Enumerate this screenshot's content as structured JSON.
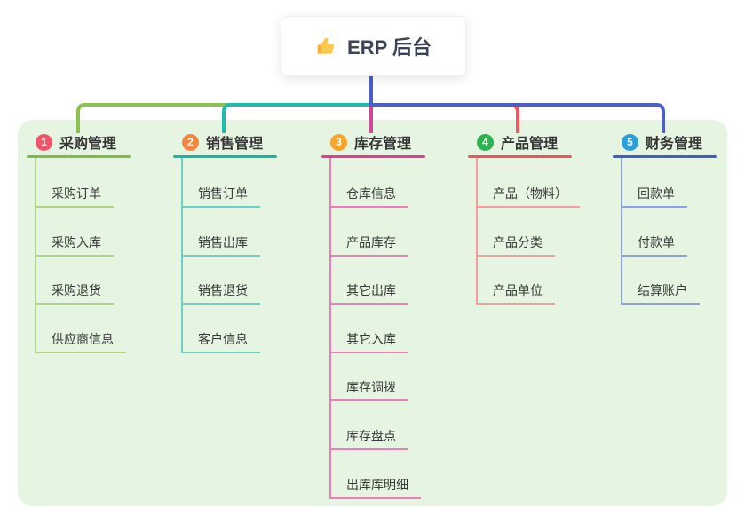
{
  "root": {
    "label": "ERP 后台",
    "icon": "thumbs-up-icon",
    "stem_color": "#4a5fcb"
  },
  "canvas": {
    "background": "#ffffff",
    "panel_color": "#e5f5e1",
    "text_color": "#383838"
  },
  "branches": [
    {
      "badge": "1",
      "badge_color": "#f0566a",
      "title": "采购管理",
      "header_line_color": "#7fbc3f",
      "child_line_color": "#a9d67f",
      "connector_color": "#8cc152",
      "children": [
        "采购订单",
        "采购入库",
        "采购退货",
        "供应商信息"
      ]
    },
    {
      "badge": "2",
      "badge_color": "#f6853f",
      "title": "销售管理",
      "header_line_color": "#12b8aa",
      "child_line_color": "#6fd0c5",
      "connector_color": "#1cbcae",
      "children": [
        "销售订单",
        "销售出库",
        "销售退货",
        "客户信息"
      ]
    },
    {
      "badge": "3",
      "badge_color": "#f8a42b",
      "title": "库存管理",
      "header_line_color": "#e43c96",
      "child_line_color": "#ef7cba",
      "connector_color": "#d6459c",
      "children": [
        "仓库信息",
        "产品库存",
        "其它出库",
        "其它入库",
        "库存调拨",
        "库存盘点",
        "出库库明细"
      ]
    },
    {
      "badge": "4",
      "badge_color": "#2cb24f",
      "title": "产品管理",
      "header_line_color": "#f4515c",
      "child_line_color": "#f79d99",
      "connector_color": "#f4555e",
      "children": [
        "产品（物料）",
        "产品分类",
        "产品单位"
      ]
    },
    {
      "badge": "5",
      "badge_color": "#2a9fd8",
      "title": "财务管理",
      "header_line_color": "#3d5ecd",
      "child_line_color": "#8aa0e4",
      "connector_color": "#4a61c9",
      "children": [
        "回款单",
        "付款单",
        "结算账户"
      ]
    }
  ]
}
